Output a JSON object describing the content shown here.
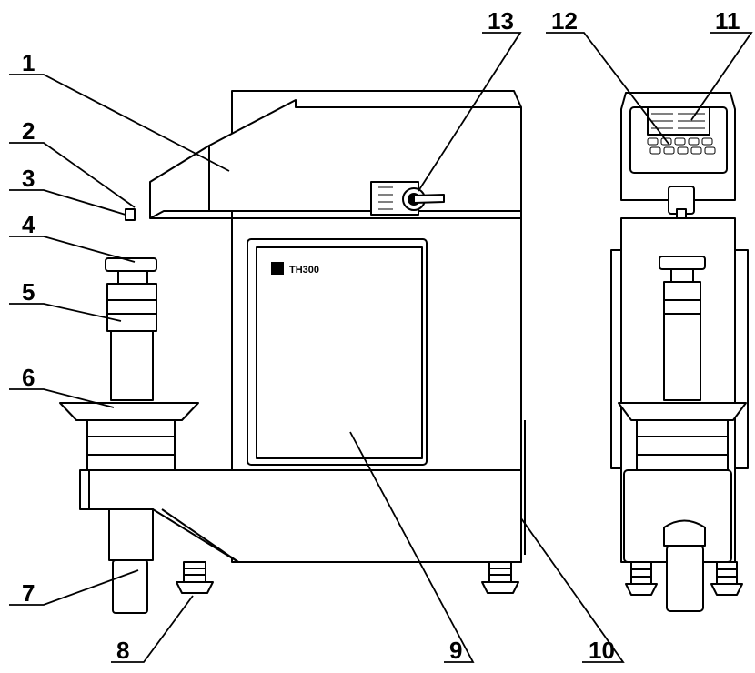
{
  "brand_model": "TH300",
  "callouts": [
    "1",
    "2",
    "3",
    "4",
    "5",
    "6",
    "7",
    "8",
    "9",
    "10",
    "11",
    "12",
    "13"
  ]
}
